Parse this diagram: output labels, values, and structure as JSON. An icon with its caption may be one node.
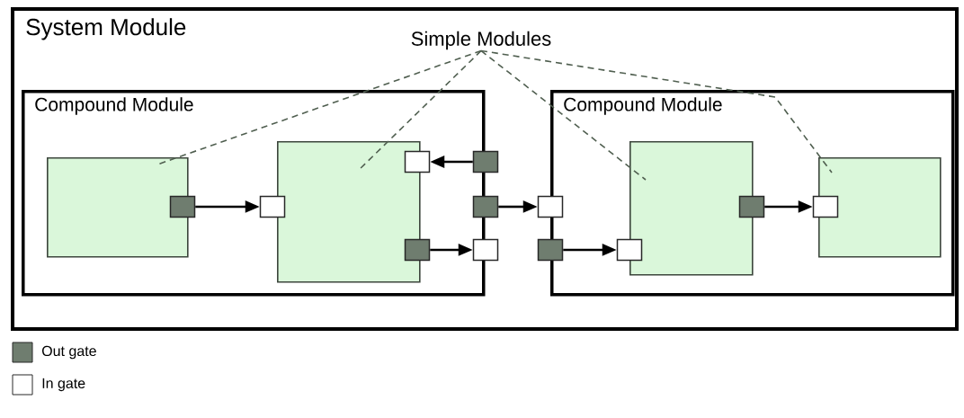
{
  "diagram": {
    "nodes": [
      {
        "text": [
          "System Module"
        ]
      },
      {
        "text": [
          "Simple Modules"
        ],
        "in": 0
      },
      {
        "text": [
          "Compound Module"
        ],
        "in": 0
      },
      {
        "text": [
          "Compound Module"
        ],
        "in": 0
      },
      {
        "text": [],
        "shape": "box",
        "in": 2
      },
      {
        "text": [],
        "shape": "box",
        "in": 2
      },
      {
        "text": [],
        "shape": "box",
        "in": 3
      },
      {
        "text": [],
        "shape": "box",
        "in": 3
      },
      {
        "text": [],
        "shape": "box",
        "in": 2
      },
      {
        "text": [],
        "shape": "box",
        "in": 2
      },
      {
        "text": [],
        "shape": "box",
        "in": 2
      },
      {
        "text": [],
        "shape": "box",
        "in": 2
      },
      {
        "text": [],
        "shape": "box",
        "in": 0
      },
      {
        "text": [],
        "shape": "box",
        "in": 0
      },
      {
        "text": [],
        "shape": "box",
        "in": 0
      },
      {
        "text": [],
        "shape": "box",
        "in": 0
      },
      {
        "text": [],
        "shape": "box",
        "in": 0
      },
      {
        "text": [],
        "shape": "box",
        "in": 3
      },
      {
        "text": [],
        "shape": "box",
        "in": 3
      },
      {
        "text": [],
        "shape": "box",
        "in": 3
      }
    ],
    "edges": [
      {
        "from": 8,
        "to": 9,
        "arrow": "to"
      },
      {
        "from": 12,
        "to": 10,
        "arrow": "to"
      },
      {
        "from": 11,
        "to": 14,
        "arrow": "to"
      },
      {
        "from": 13,
        "to": 15,
        "arrow": "to"
      },
      {
        "from": 16,
        "to": 17,
        "arrow": "to"
      },
      {
        "from": 18,
        "to": 19,
        "arrow": "to"
      },
      {
        "from": 1,
        "to": 4,
        "arrow": "none",
        "style": "dashed",
        "color": "#505f50"
      },
      {
        "from": 1,
        "to": 5,
        "arrow": "none",
        "style": "dashed",
        "color": "#505f50"
      },
      {
        "from": 1,
        "to": 6,
        "arrow": "none",
        "style": "dashed",
        "color": "#505f50"
      },
      {
        "from": 1,
        "to": 7,
        "arrow": "none",
        "style": "dashed",
        "color": "#505f50"
      }
    ],
    "legend": [
      {
        "text": "Out gate",
        "color": "#6f7d6f"
      },
      {
        "text": "In gate"
      }
    ]
  }
}
